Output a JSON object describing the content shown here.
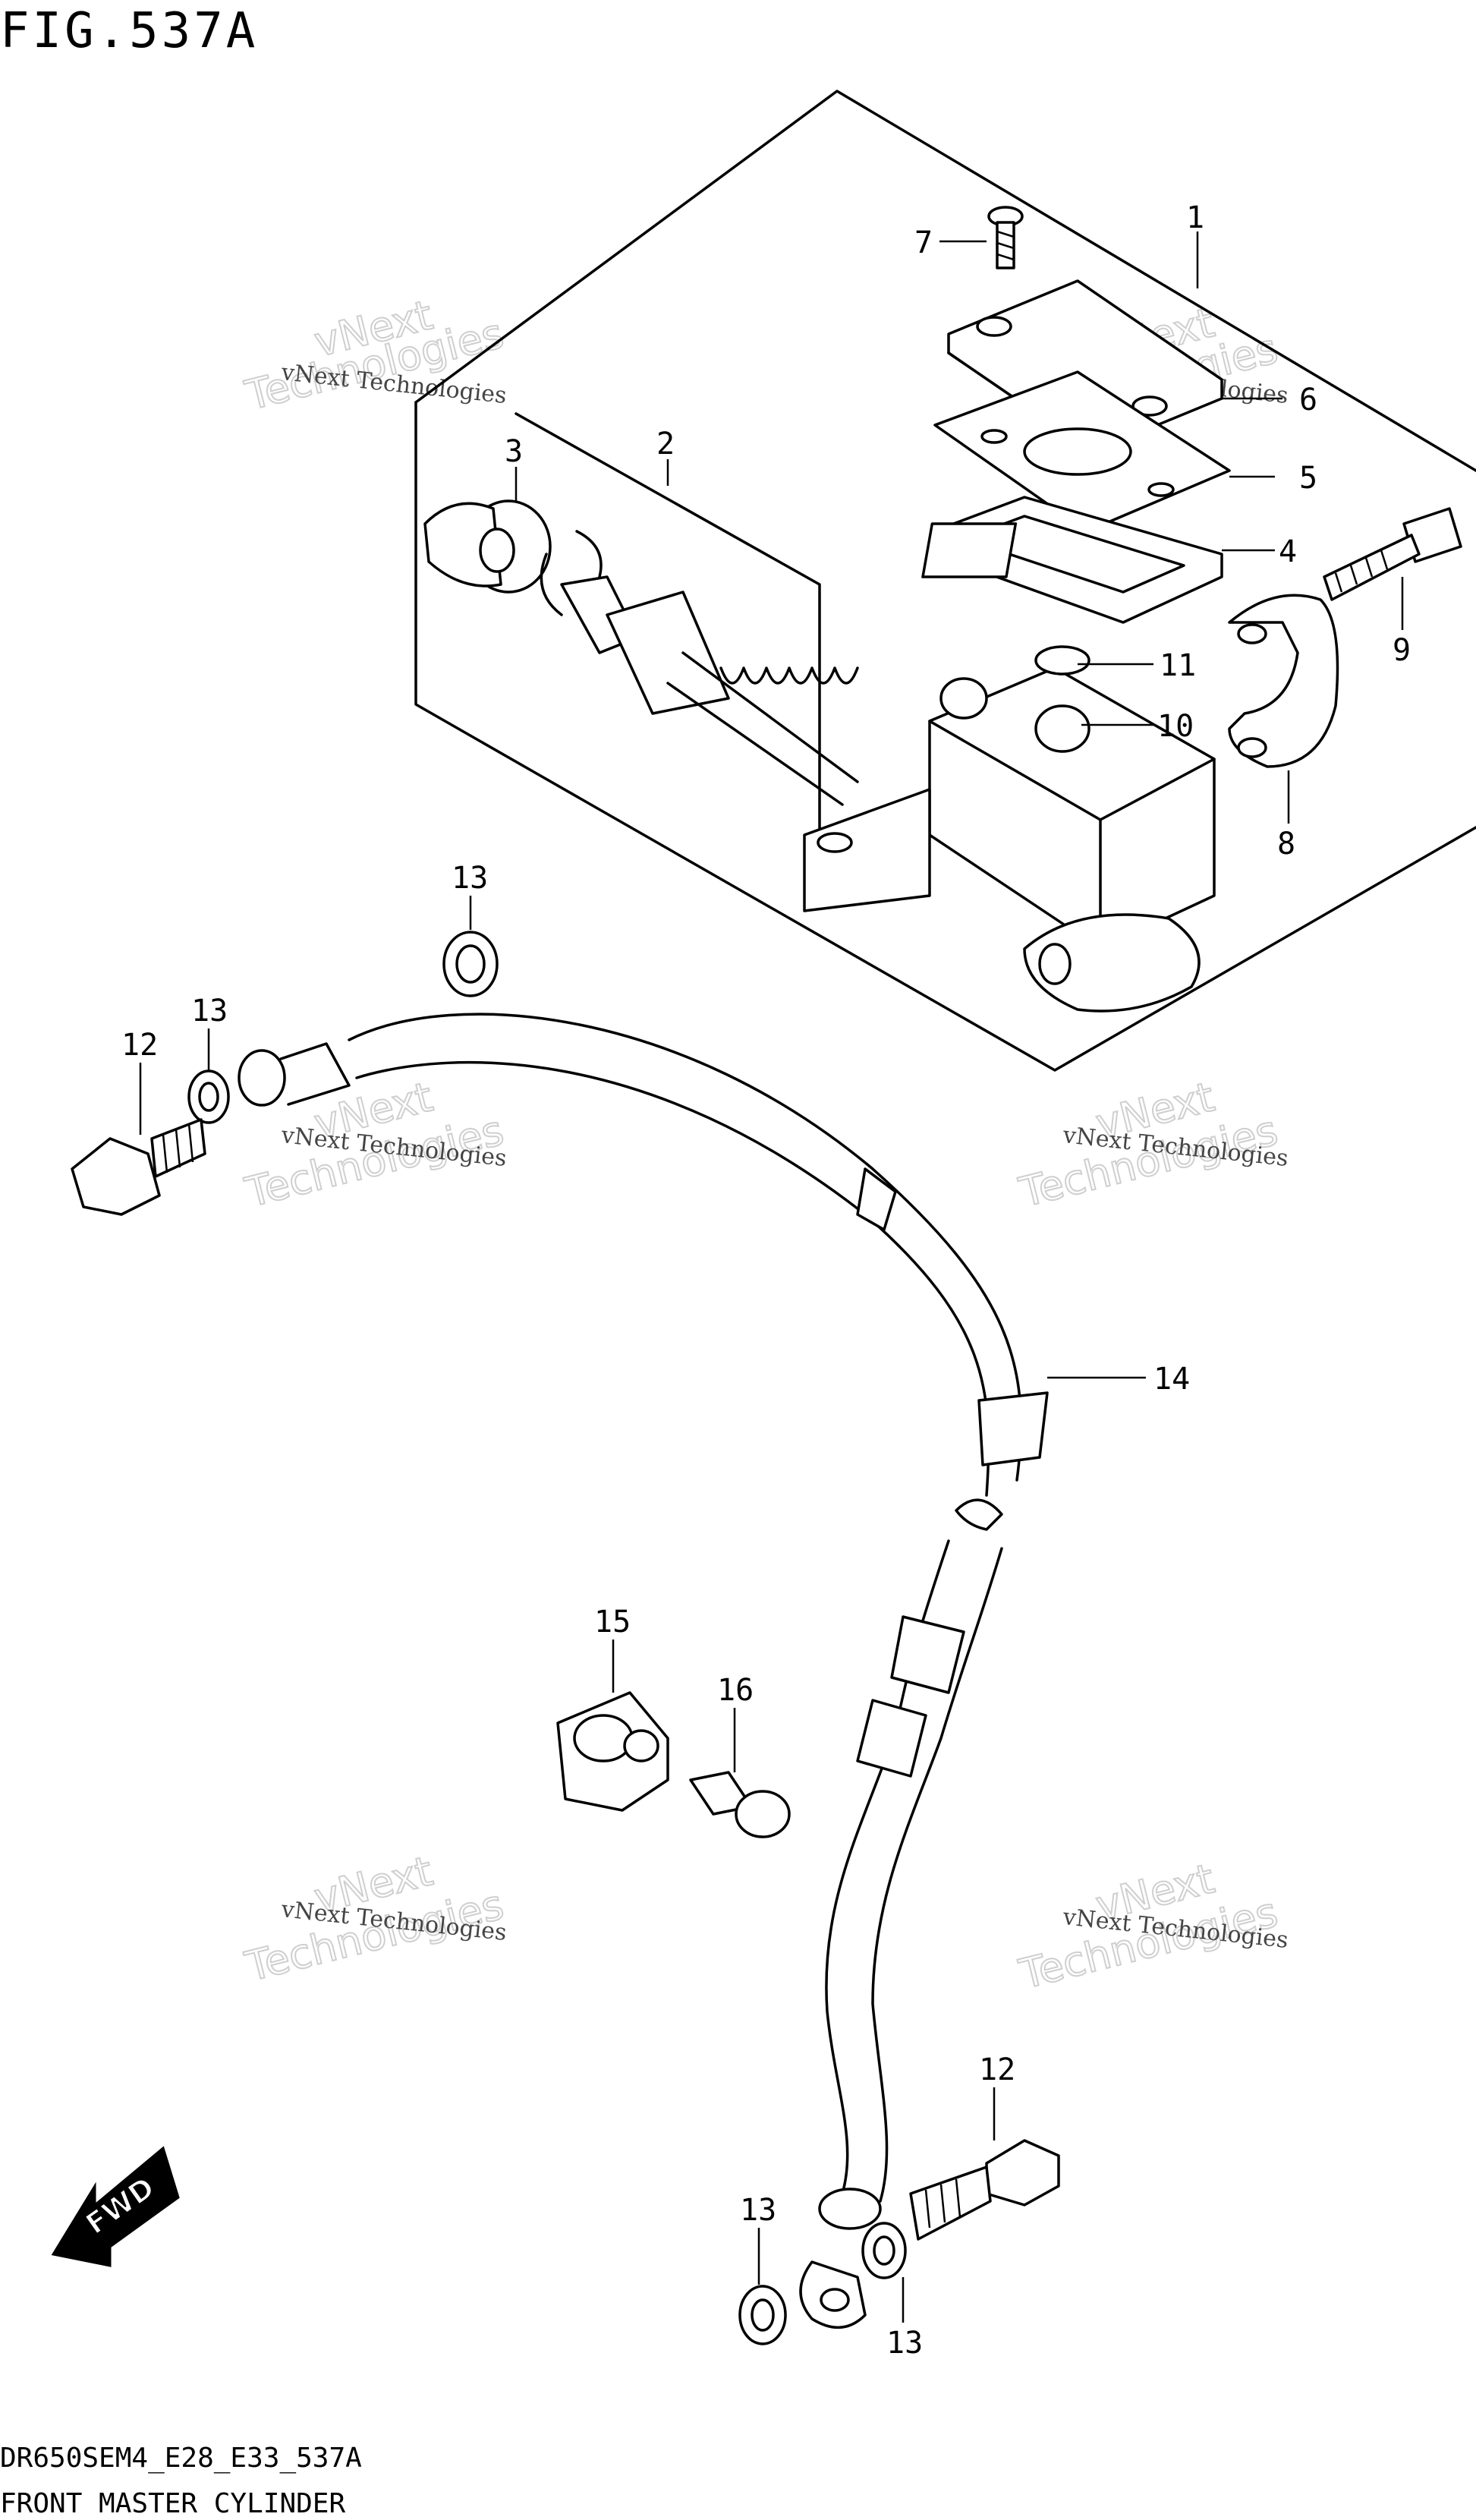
{
  "figure": {
    "title": "FIG.537A",
    "code": "DR650SEM4_E28_E33_537A",
    "name": "FRONT MASTER CYLINDER"
  },
  "callouts": [
    {
      "id": "c1",
      "label": "1"
    },
    {
      "id": "c2",
      "label": "2"
    },
    {
      "id": "c3",
      "label": "3"
    },
    {
      "id": "c4",
      "label": "4"
    },
    {
      "id": "c5",
      "label": "5"
    },
    {
      "id": "c6",
      "label": "6"
    },
    {
      "id": "c7",
      "label": "7"
    },
    {
      "id": "c8",
      "label": "8"
    },
    {
      "id": "c9",
      "label": "9"
    },
    {
      "id": "c10",
      "label": "10"
    },
    {
      "id": "c11",
      "label": "11"
    },
    {
      "id": "c12a",
      "label": "12"
    },
    {
      "id": "c12b",
      "label": "12"
    },
    {
      "id": "c13a",
      "label": "13"
    },
    {
      "id": "c13b",
      "label": "13"
    },
    {
      "id": "c13c",
      "label": "13"
    },
    {
      "id": "c13d",
      "label": "13"
    },
    {
      "id": "c14",
      "label": "14"
    },
    {
      "id": "c15",
      "label": "15"
    },
    {
      "id": "c16",
      "label": "16"
    }
  ],
  "direction_badge": {
    "label": "FWD"
  },
  "watermark": {
    "line1": "vNext Technologies",
    "line2": "vNext",
    "line3": "Technologies"
  }
}
